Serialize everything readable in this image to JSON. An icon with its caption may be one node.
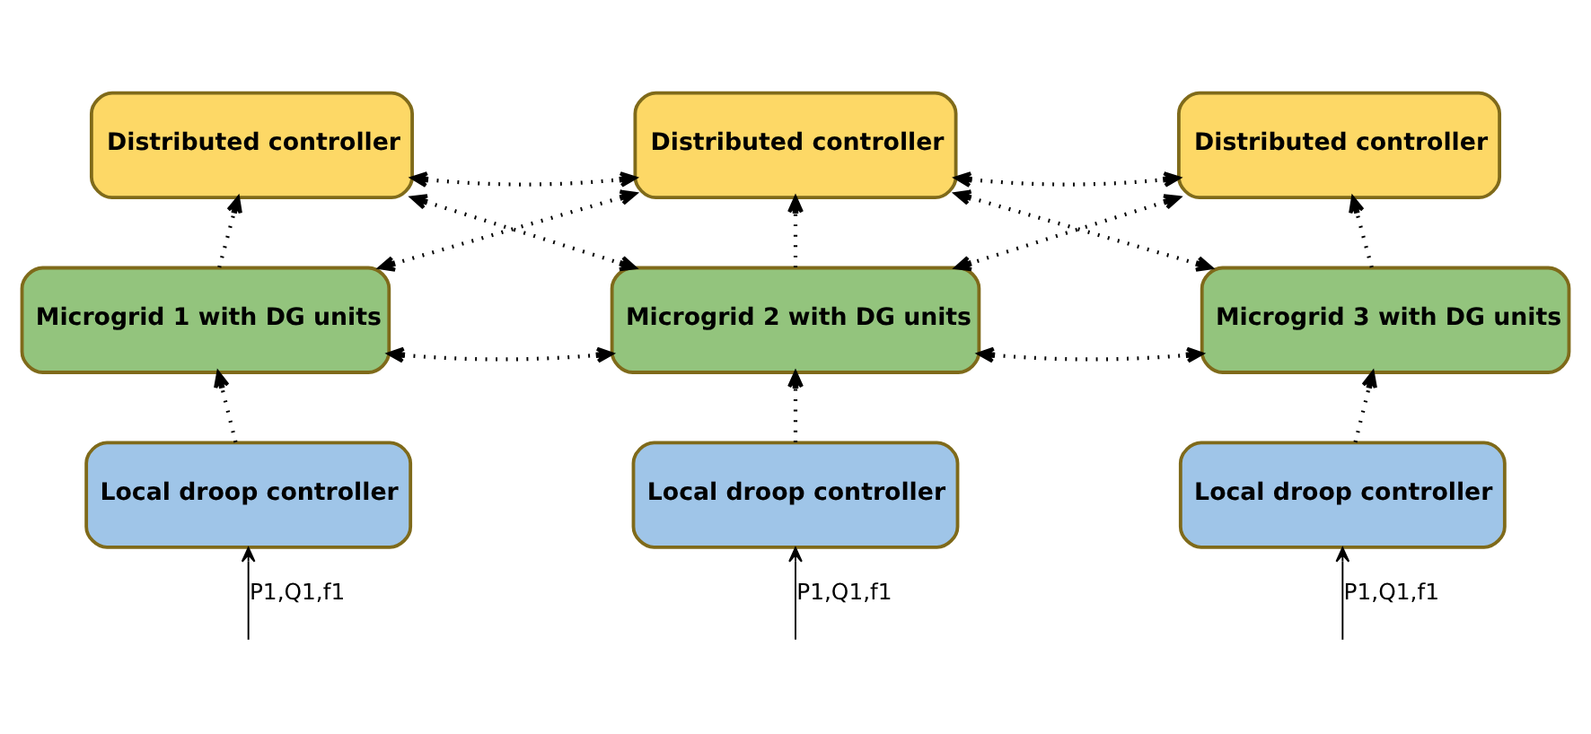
{
  "diagram": {
    "nodes": [
      {
        "text": [
          "Distributed controller"
        ]
      },
      {
        "text": [
          "Distributed controller"
        ]
      },
      {
        "text": [
          "Distributed controller"
        ]
      },
      {
        "text": [
          "Microgrid 1 with DG units"
        ]
      },
      {
        "text": [
          "Microgrid 2 with DG units"
        ]
      },
      {
        "text": [
          "Microgrid 3 with DG units"
        ]
      },
      {
        "text": [
          "Local droop controller"
        ]
      },
      {
        "text": [
          "Local droop controller"
        ]
      },
      {
        "text": [
          "Local droop controller"
        ]
      }
    ],
    "edges": [
      {
        "from": 0,
        "to": 1,
        "arrow": "both",
        "style": "dashed"
      },
      {
        "from": 1,
        "to": 2,
        "arrow": "both",
        "style": "dashed"
      },
      {
        "from": 3,
        "to": 0,
        "arrow": "to",
        "style": "dashed"
      },
      {
        "from": 4,
        "to": 1,
        "arrow": "to",
        "style": "dashed"
      },
      {
        "from": 5,
        "to": 2,
        "arrow": "to",
        "style": "dashed"
      },
      {
        "from": 0,
        "to": 4,
        "arrow": "both",
        "style": "dashed"
      },
      {
        "from": 1,
        "to": 3,
        "arrow": "both",
        "style": "dashed"
      },
      {
        "from": 1,
        "to": 5,
        "arrow": "both",
        "style": "dashed"
      },
      {
        "from": 2,
        "to": 4,
        "arrow": "both",
        "style": "dashed"
      },
      {
        "from": 3,
        "to": 4,
        "arrow": "both",
        "style": "dashed"
      },
      {
        "from": 4,
        "to": 5,
        "arrow": "both",
        "style": "dashed"
      },
      {
        "from": 6,
        "to": 3,
        "arrow": "to",
        "style": "dashed"
      },
      {
        "from": 7,
        "to": 4,
        "arrow": "to",
        "style": "dashed"
      },
      {
        "from": 8,
        "to": 5,
        "arrow": "to",
        "style": "dashed"
      },
      {
        "from": null,
        "to": 6,
        "arrow": "to",
        "label": "P1,Q1,f1"
      },
      {
        "from": null,
        "to": 7,
        "arrow": "to",
        "label": "P1,Q1,f1"
      },
      {
        "from": null,
        "to": 8,
        "arrow": "to",
        "label": "P1,Q1,f1"
      }
    ]
  }
}
